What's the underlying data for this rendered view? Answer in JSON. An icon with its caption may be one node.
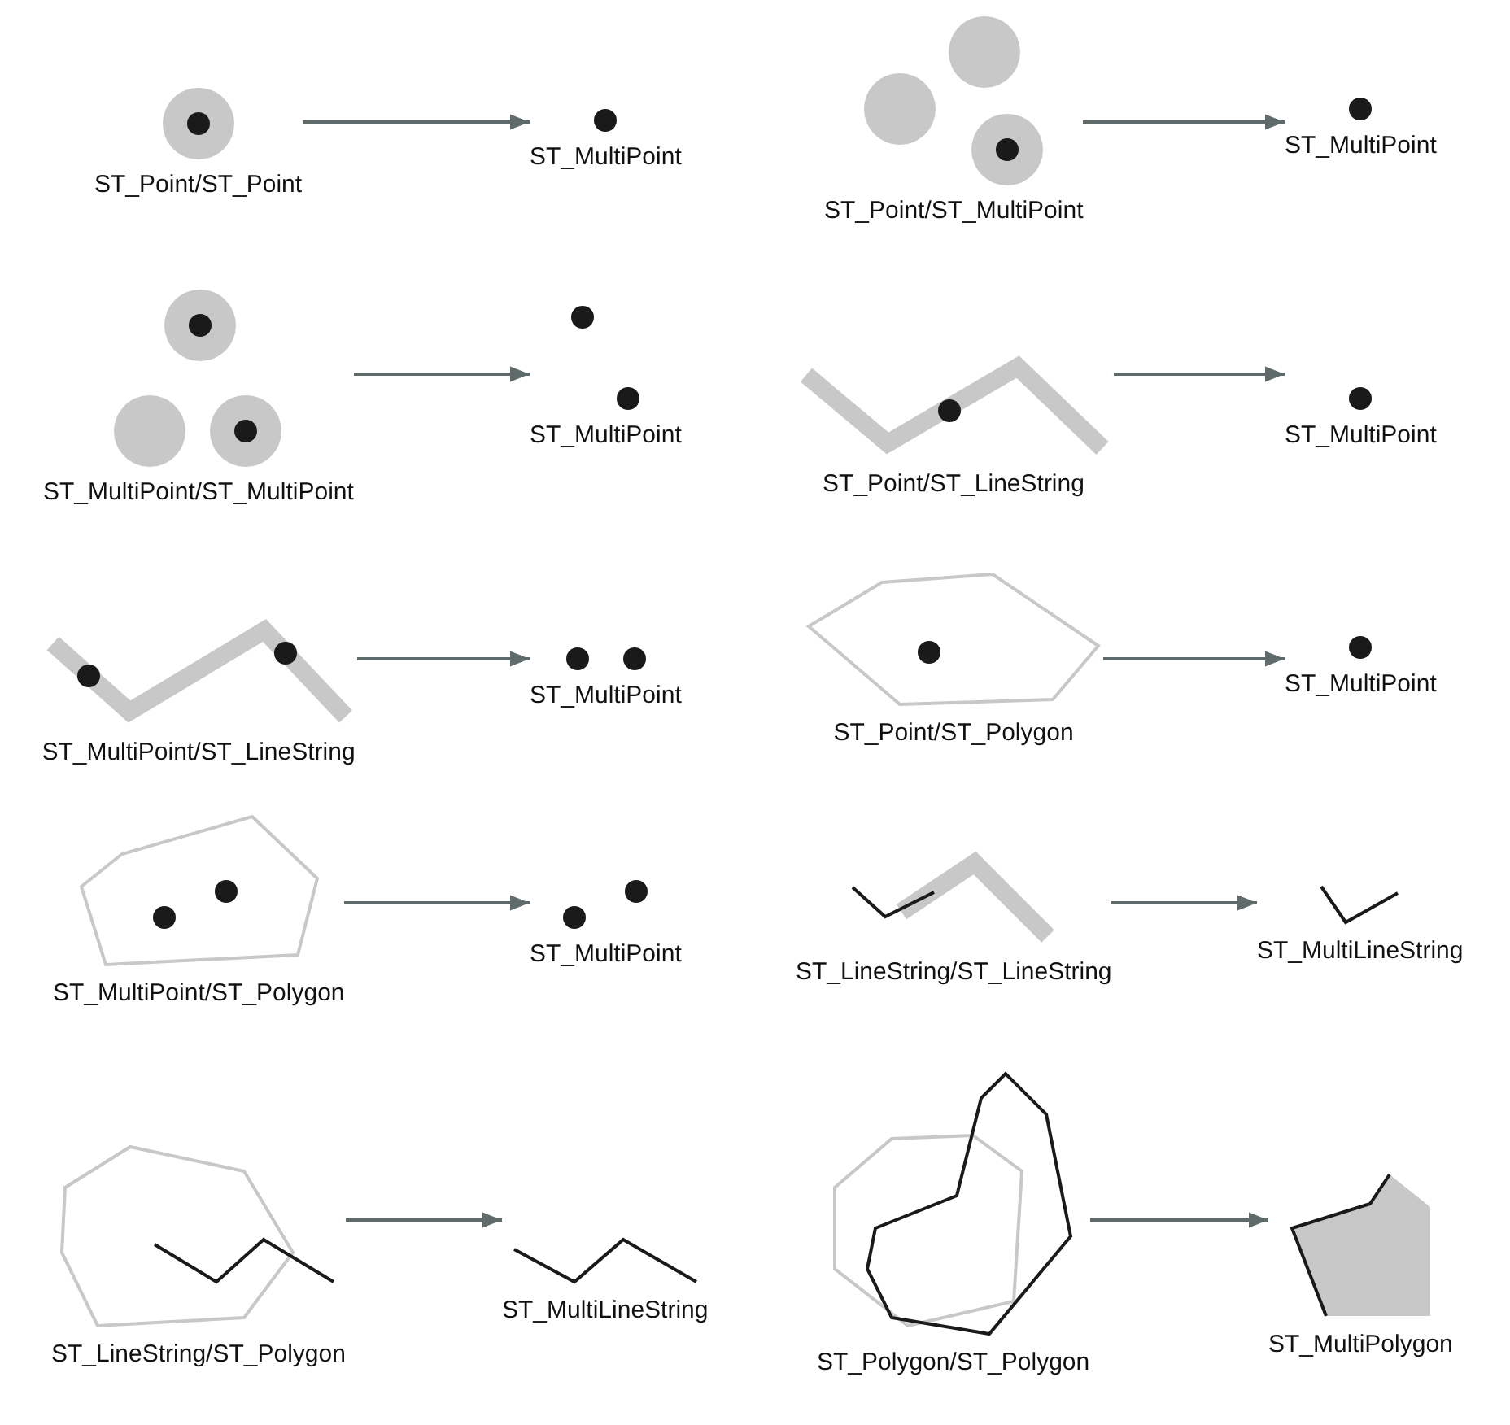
{
  "diagram": {
    "nodes": [
      {
        "text": [
          "ST_Point/ST_Point"
        ]
      },
      {
        "text": [
          "ST_MultiPoint"
        ]
      },
      {
        "text": [
          "ST_Point/ST_MultiPoint"
        ]
      },
      {
        "text": [
          "ST_MultiPoint"
        ]
      },
      {
        "text": [
          "ST_MultiPoint/ST_MultiPoint"
        ]
      },
      {
        "text": [
          "ST_MultiPoint"
        ]
      },
      {
        "text": [
          "ST_Point/ST_LineString"
        ]
      },
      {
        "text": [
          "ST_MultiPoint"
        ]
      },
      {
        "text": [
          "ST_MultiPoint/ST_LineString"
        ]
      },
      {
        "text": [
          "ST_MultiPoint"
        ]
      },
      {
        "text": [
          "ST_Point/ST_Polygon"
        ]
      },
      {
        "text": [
          "ST_MultiPoint"
        ]
      },
      {
        "text": [
          "ST_MultiPoint/ST_Polygon"
        ]
      },
      {
        "text": [
          "ST_MultiPoint"
        ]
      },
      {
        "text": [
          "ST_LineString/ST_LineString"
        ]
      },
      {
        "text": [
          "ST_MultiLineString"
        ]
      },
      {
        "text": [
          "ST_LineString/ST_Polygon"
        ]
      },
      {
        "text": [
          "ST_MultiLineString"
        ]
      },
      {
        "text": [
          "ST_Polygon/ST_Polygon"
        ]
      },
      {
        "text": [
          "ST_MultiPolygon"
        ]
      }
    ],
    "edges": [
      {
        "from": 0,
        "to": 1,
        "arrow": "to"
      },
      {
        "from": 2,
        "to": 3,
        "arrow": "to"
      },
      {
        "from": 4,
        "to": 5,
        "arrow": "to"
      },
      {
        "from": 6,
        "to": 7,
        "arrow": "to"
      },
      {
        "from": 8,
        "to": 9,
        "arrow": "to"
      },
      {
        "from": 10,
        "to": 11,
        "arrow": "to"
      },
      {
        "from": 12,
        "to": 13,
        "arrow": "to"
      },
      {
        "from": 14,
        "to": 15,
        "arrow": "to"
      },
      {
        "from": 16,
        "to": 17,
        "arrow": "to"
      },
      {
        "from": 18,
        "to": 19,
        "arrow": "to"
      }
    ]
  }
}
